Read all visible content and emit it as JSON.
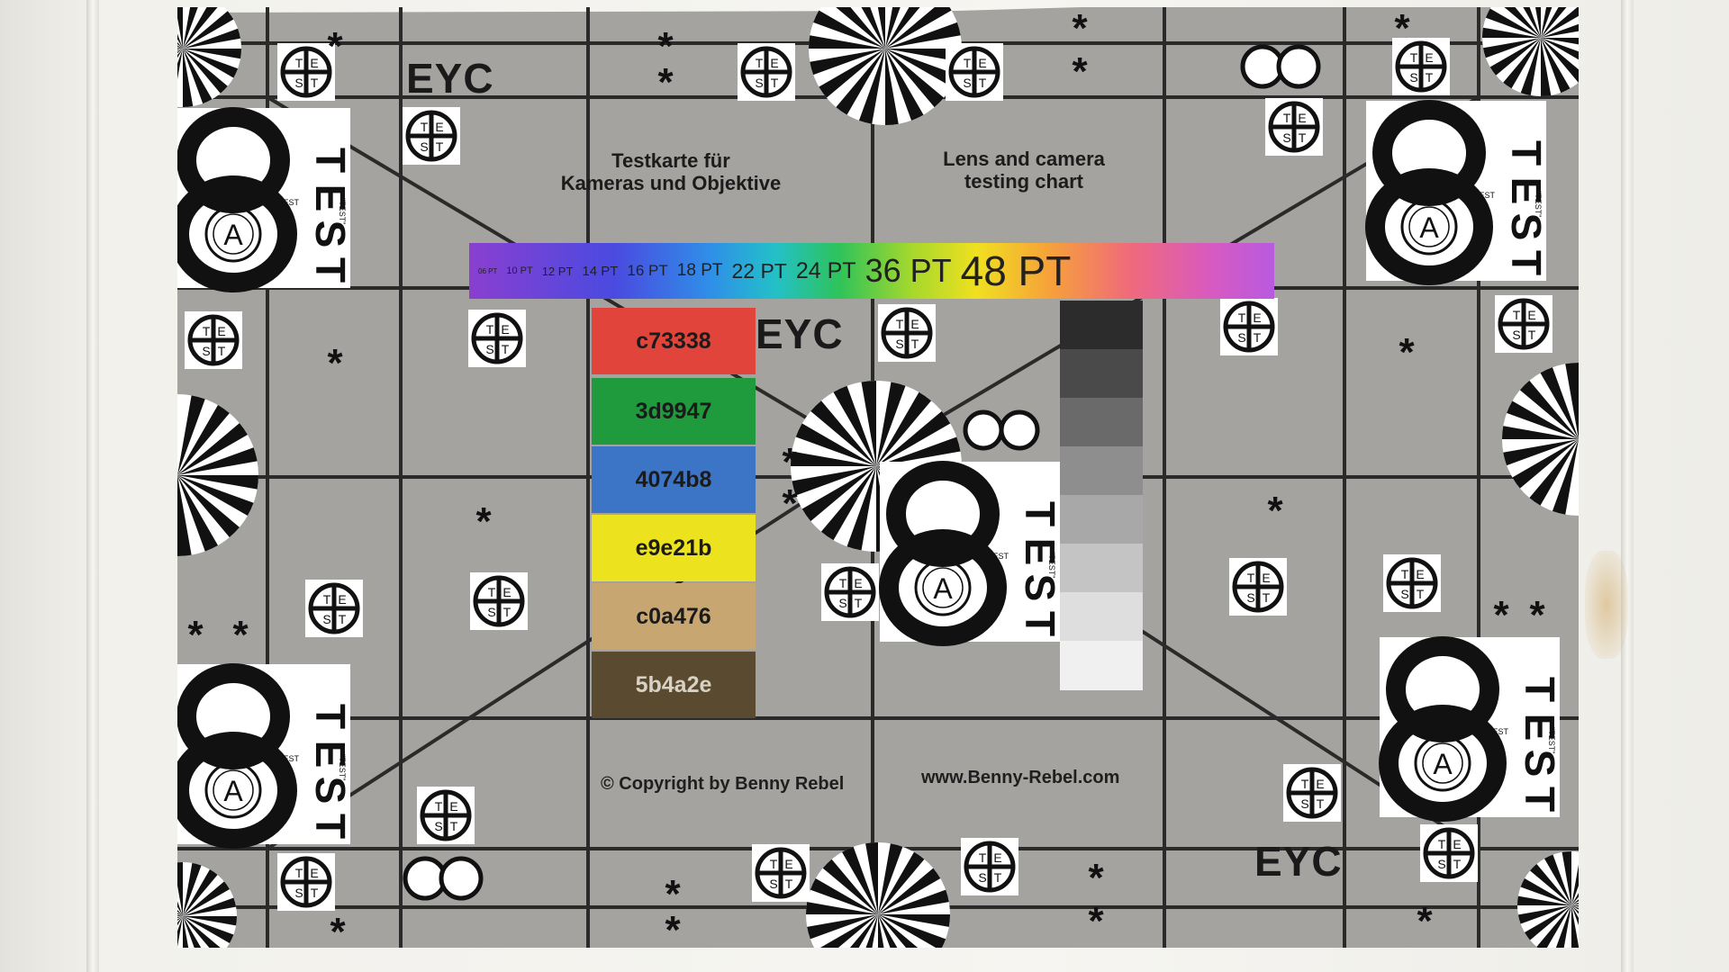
{
  "chart": {
    "title_de_line1": "Testkarte für",
    "title_de_line2": "Kameras und Objektive",
    "title_en_line1": "Lens and camera",
    "title_en_line2": "testing chart",
    "eyc_label": "EYC",
    "copyright": "© Copyright by Benny Rebel",
    "website": "www.Benny-Rebel.com",
    "target_letters": {
      "t": "T",
      "e": "E",
      "s": "S",
      "t2": "T"
    },
    "eight_label": "8",
    "eight_circle_letter": "A",
    "eight_test_word": "TEST",
    "eight_side_word": "\"TEST\""
  },
  "spectrum": {
    "sizes": [
      "06 PT",
      "10 PT",
      "12 PT",
      "14 PT",
      "16 PT",
      "18 PT",
      "22 PT",
      "24 PT",
      "36 PT",
      "48 PT"
    ]
  },
  "swatches": [
    {
      "label": "c73338",
      "color": "#e0443b"
    },
    {
      "label": "3d9947",
      "color": "#1f9a3c"
    },
    {
      "label": "4074b8",
      "color": "#3c74c6"
    },
    {
      "label": "e9e21b",
      "color": "#ece21e"
    },
    {
      "label": "c0a476",
      "color": "#c8a672"
    },
    {
      "label": "5b4a2e",
      "color": "#5a4a30"
    }
  ],
  "grayscale": [
    "#2c2c2c",
    "#4a4a4a",
    "#6a6a6a",
    "#8e8e8e",
    "#a8a8a8",
    "#c4c4c4",
    "#dedede",
    "#f0f0f0"
  ],
  "colors": {
    "chart_gray": "#a5a3a0",
    "line": "#2a2a2a",
    "wall": "#f2f1ec"
  }
}
